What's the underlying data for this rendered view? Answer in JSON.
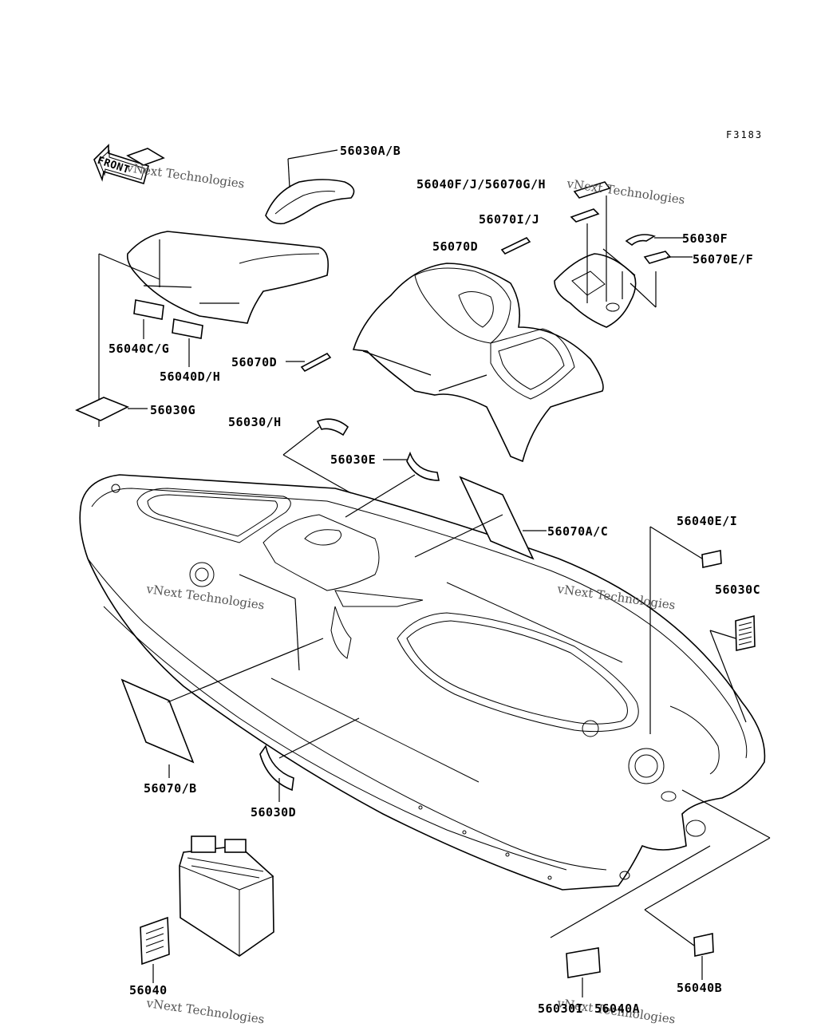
{
  "figure_code": "F3183",
  "front_label": "FRONT",
  "watermark": {
    "line1": "vNext Technologies",
    "line2": "Technologies"
  },
  "labels": {
    "l_56030AB": "56030A/B",
    "l_56040FJ": "56040F/J/56070G/H",
    "l_56070IJ": "56070I/J",
    "l_56030F": "56030F",
    "l_56070D_top": "56070D",
    "l_56070EF": "56070E/F",
    "l_56040CG": "56040C/G",
    "l_56040DH": "56040D/H",
    "l_56070D_mid": "56070D",
    "l_56030G": "56030G",
    "l_56030H": "56030/H",
    "l_56030E": "56030E",
    "l_56070AC": "56070A/C",
    "l_56040EI": "56040E/I",
    "l_56030C": "56030C",
    "l_56070B": "56070/B",
    "l_56030D": "56030D",
    "l_56040": "56040",
    "l_56030I": "56030I",
    "l_56040A": "56040A",
    "l_56040B": "56040B"
  }
}
